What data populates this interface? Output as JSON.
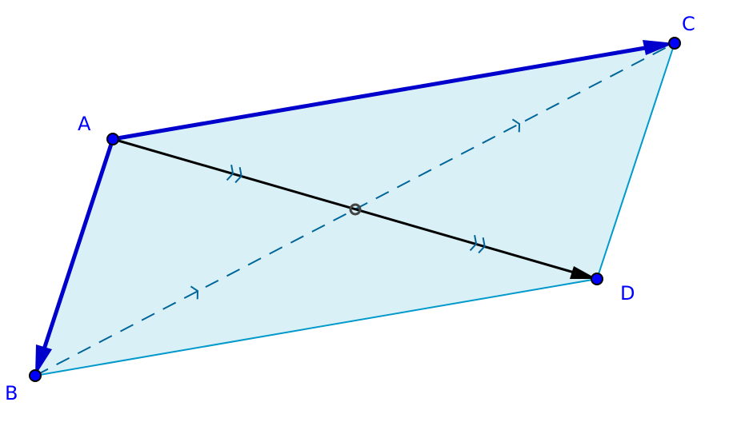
{
  "points": {
    "A": {
      "label": "A"
    },
    "B": {
      "label": "B"
    },
    "C": {
      "label": "C"
    },
    "D": {
      "label": "D"
    }
  },
  "colors": {
    "fill": "#d9f0f6",
    "edge": "#0099cc",
    "vector": "#0000cc",
    "diagonal_dashed": "#006699",
    "point": "#0000ff",
    "label": "#0000ff"
  }
}
